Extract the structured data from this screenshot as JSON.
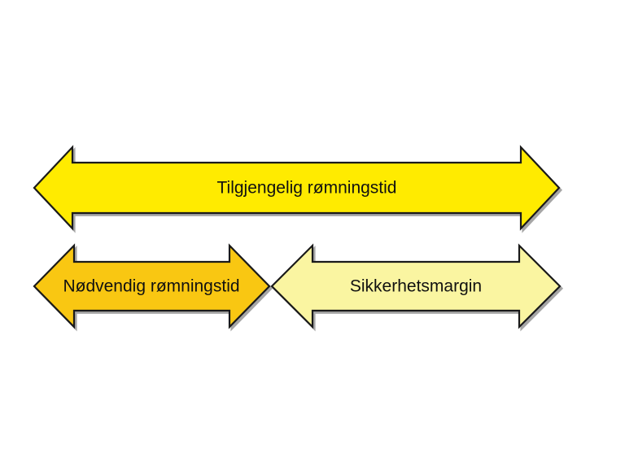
{
  "background": "#ffffff",
  "outline_color": "#1a1a1a",
  "shadow_color": "#a6a6a6",
  "text_color": "#111111",
  "arrows": [
    {
      "id": "available-evacuation-time",
      "label": "Tilgjengelig rømningstid",
      "fill": "#ffeb00"
    },
    {
      "id": "required-evacuation-time",
      "label": "Nødvendig rømningstid",
      "fill": "#f9c712"
    },
    {
      "id": "safety-margin",
      "label": "Sikkerhetsmargin",
      "fill": "#faf5a1"
    }
  ]
}
